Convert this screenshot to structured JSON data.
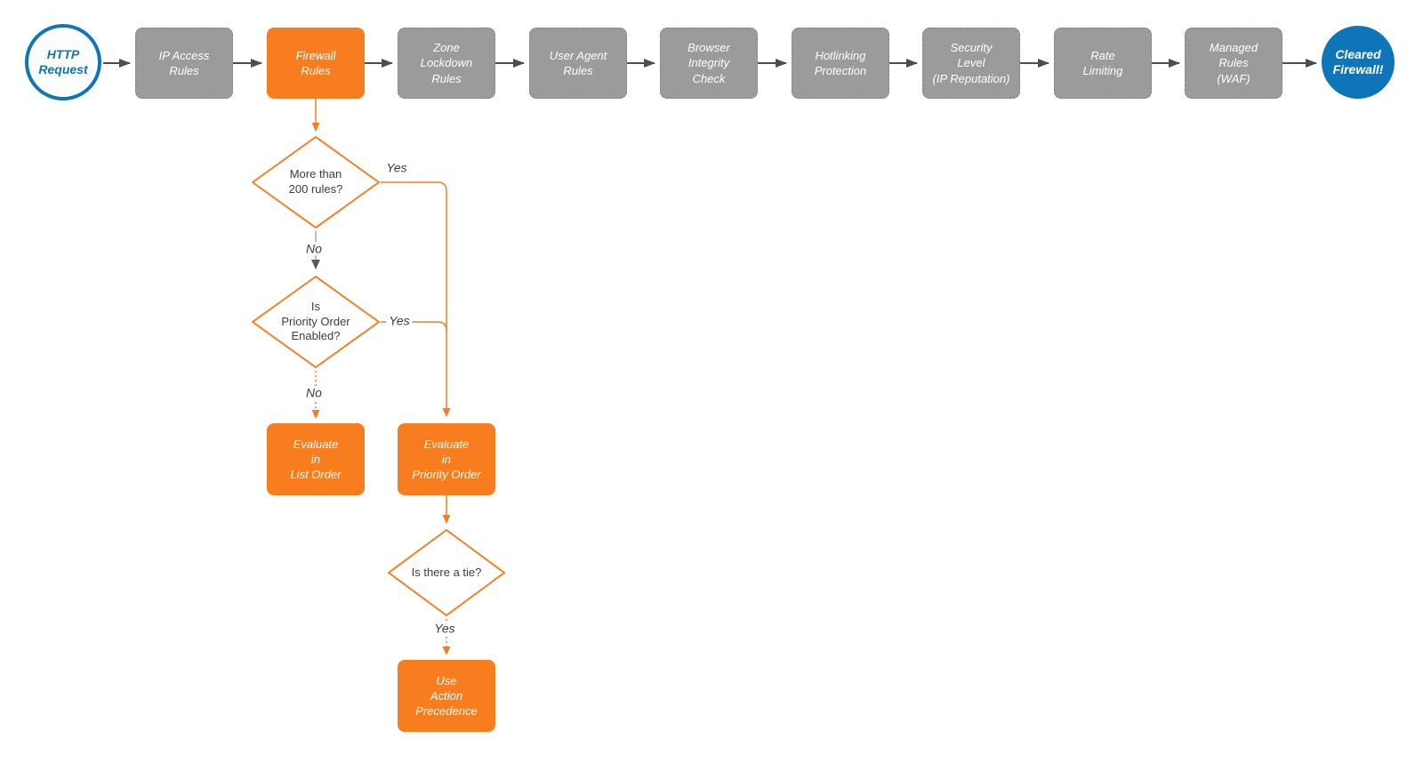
{
  "colors": {
    "orange": "#f87d1e",
    "gray_node": "#9b9b9b",
    "gray_node_border": "#858585",
    "blue": "#0e76b8",
    "dark_arrow": "#4d4d4d",
    "gray_line": "#a8a8a8",
    "gray_arrowhead": "#595959",
    "text_dark": "#3d3d3d"
  },
  "nodes": {
    "http_request": {
      "label": "HTTP\nRequest"
    },
    "ip_access_rules": {
      "label": "IP Access\nRules"
    },
    "firewall_rules": {
      "label": "Firewall\nRules"
    },
    "zone_lockdown_rules": {
      "label": "Zone\nLockdown\nRules"
    },
    "user_agent_rules": {
      "label": "User Agent\nRules"
    },
    "browser_integrity_check": {
      "label": "Browser\nIntegrity\nCheck"
    },
    "hotlinking_protection": {
      "label": "Hotlinking\nProtection"
    },
    "security_level": {
      "label": "Security\nLevel\n(IP Reputation)"
    },
    "rate_limiting": {
      "label": "Rate\nLimiting"
    },
    "managed_rules_waf": {
      "label": "Managed\nRules\n(WAF)"
    },
    "cleared_firewall": {
      "label": "Cleared\nFirewall!"
    },
    "more_than_200_rules": {
      "label": "More than\n200 rules?"
    },
    "priority_order_enabled": {
      "label": "Is\nPriority Order\nEnabled?"
    },
    "evaluate_list_order": {
      "label": "Evaluate\nin\nList Order"
    },
    "evaluate_priority_order": {
      "label": "Evaluate\nin\nPriority Order"
    },
    "is_there_a_tie": {
      "label": "Is there a tie?"
    },
    "use_action_precedence": {
      "label": "Use\nAction\nPrecedence"
    }
  },
  "edge_labels": {
    "yes_200_rules": "Yes",
    "no_200_rules": "No",
    "yes_priority_enabled": "Yes",
    "no_priority_enabled": "No",
    "yes_tie": "Yes"
  }
}
